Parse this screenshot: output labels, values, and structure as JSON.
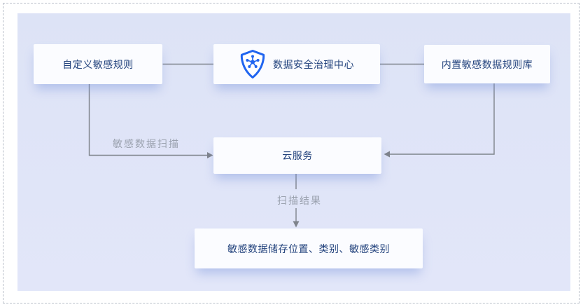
{
  "nodes": {
    "custom_rules": {
      "label": "自定义敏感规则"
    },
    "governance_center": {
      "label": "数据安全治理中心",
      "icon": "shield-molecule-icon"
    },
    "builtin_rules": {
      "label": "内置敏感数据规则库"
    },
    "cloud_service": {
      "label": "云服务"
    },
    "scan_result": {
      "label": "敏感数据储存位置、类别、敏感类别"
    }
  },
  "edge_labels": {
    "scan": "敏感数据扫描",
    "result": "扫描结果"
  },
  "colors": {
    "panel_bg": "#dfe4f7",
    "node_bg": "#fbfcff",
    "node_text": "#22427c",
    "accent_blue": "#2065f0",
    "line_gray": "#7e838b",
    "label_gray": "#9aa1ae",
    "frame_dash": "#b9bfc9"
  }
}
